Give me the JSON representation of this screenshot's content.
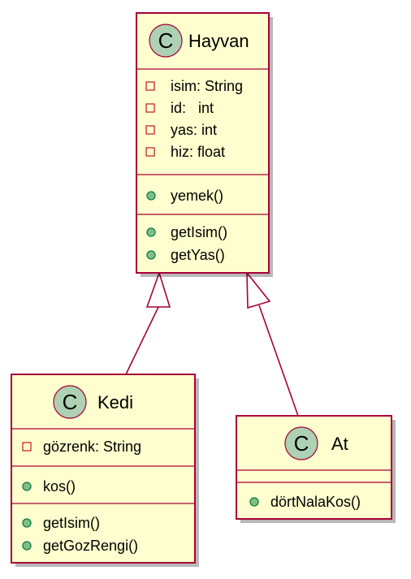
{
  "classes": {
    "hayvan": {
      "name": "Hayvan",
      "stereotype_letter": "C",
      "attributes": [
        {
          "visibility": "private",
          "text": "isim: String"
        },
        {
          "visibility": "private",
          "text": "id:   int"
        },
        {
          "visibility": "private",
          "text": "yas: int"
        },
        {
          "visibility": "private",
          "text": "hiz: float"
        }
      ],
      "methods_1": [
        {
          "visibility": "public",
          "text": "yemek()"
        }
      ],
      "methods_2": [
        {
          "visibility": "public",
          "text": "getIsim()"
        },
        {
          "visibility": "public",
          "text": "getYas()"
        }
      ]
    },
    "kedi": {
      "name": "Kedi",
      "stereotype_letter": "C",
      "attributes": [
        {
          "visibility": "private",
          "text": "gözrenk: String"
        }
      ],
      "methods_1": [
        {
          "visibility": "public",
          "text": "kos()"
        }
      ],
      "methods_2": [
        {
          "visibility": "public",
          "text": "getIsim()"
        },
        {
          "visibility": "public",
          "text": "getGozRengi()"
        }
      ]
    },
    "at": {
      "name": "At",
      "stereotype_letter": "C",
      "attributes": [],
      "methods_1": [
        {
          "visibility": "public",
          "text": "dörtNalaKos()"
        }
      ]
    }
  },
  "relations": [
    {
      "type": "inheritance",
      "from": "Kedi",
      "to": "Hayvan"
    },
    {
      "type": "inheritance",
      "from": "At",
      "to": "Hayvan"
    }
  ],
  "colors": {
    "class_fill": "#FEFECE",
    "border": "#A80036",
    "circle_fill": "#ADD1B2",
    "private_marker": "#C82930",
    "public_marker_fill": "#84BE84",
    "public_marker_stroke": "#038048"
  }
}
